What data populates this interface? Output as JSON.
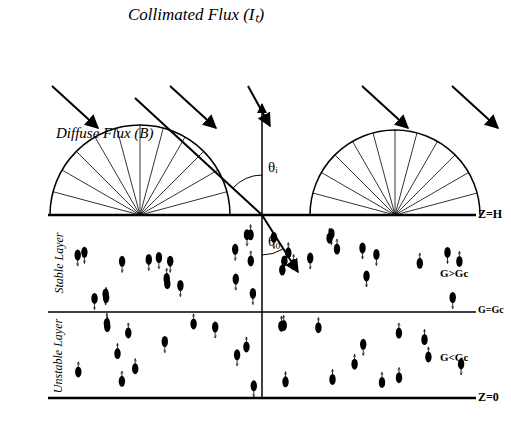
{
  "diagram": {
    "labels": [
      "Collimated Flux (Iₜ)",
      "Diffuse Flux (B)",
      "θᵢ",
      "θ₀",
      "Z=H",
      "Stable Layer",
      "G>Gc",
      "G=Gc",
      "Unstable Layer",
      "G<Gc",
      "Z=0"
    ]
  }
}
